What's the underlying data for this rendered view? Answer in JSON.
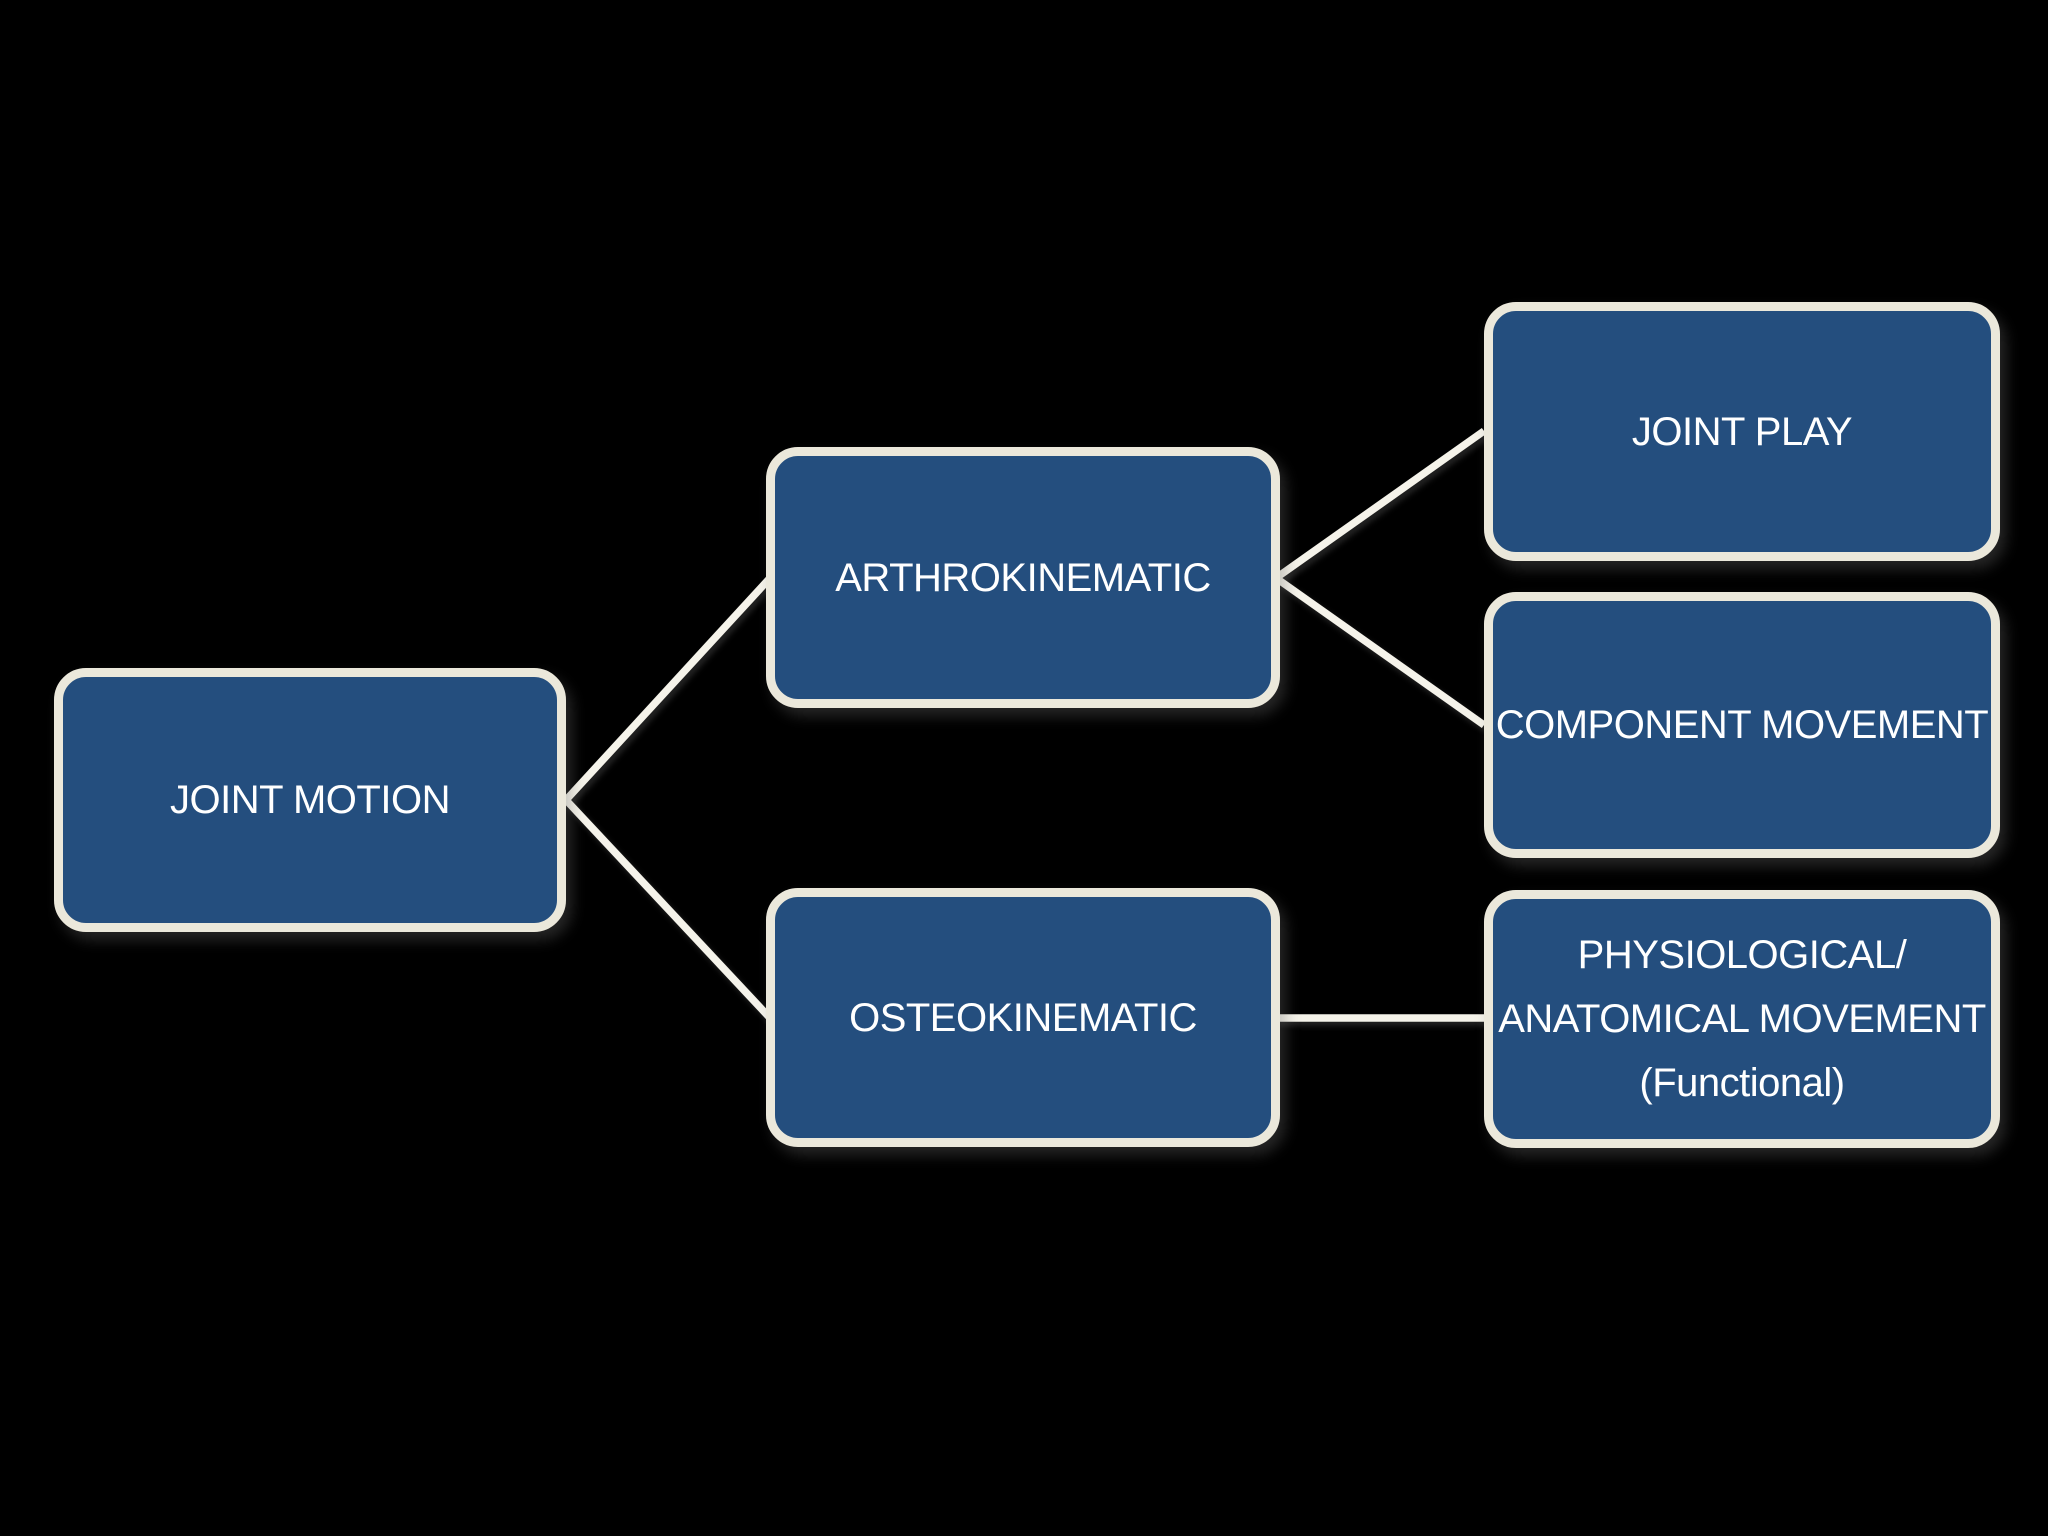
{
  "diagram": {
    "title": "Joint Motion hierarchy diagram",
    "background_color": "#000000",
    "node_fill_color": "#244E7E",
    "node_border_color": "#EBE8DB",
    "connector_color": "#F5F3EA",
    "text_color": "#FFFFFF",
    "nodes": {
      "joint_motion": {
        "label": "JOINT MOTION"
      },
      "arthrokinematic": {
        "label": "ARTHROKINEMATIC"
      },
      "osteokinematic": {
        "label": "OSTEOKINEMATIC"
      },
      "joint_play": {
        "label": "JOINT PLAY"
      },
      "component_movement": {
        "label": "COMPONENT MOVEMENT"
      },
      "physiological_anatomical": {
        "label": "PHYSIOLOGICAL/\nANATOMICAL MOVEMENT\n(Functional)"
      }
    },
    "edges": [
      {
        "from": "joint_motion",
        "to": "arthrokinematic"
      },
      {
        "from": "joint_motion",
        "to": "osteokinematic"
      },
      {
        "from": "arthrokinematic",
        "to": "joint_play"
      },
      {
        "from": "arthrokinematic",
        "to": "component_movement"
      },
      {
        "from": "osteokinematic",
        "to": "physiological_anatomical"
      }
    ]
  }
}
